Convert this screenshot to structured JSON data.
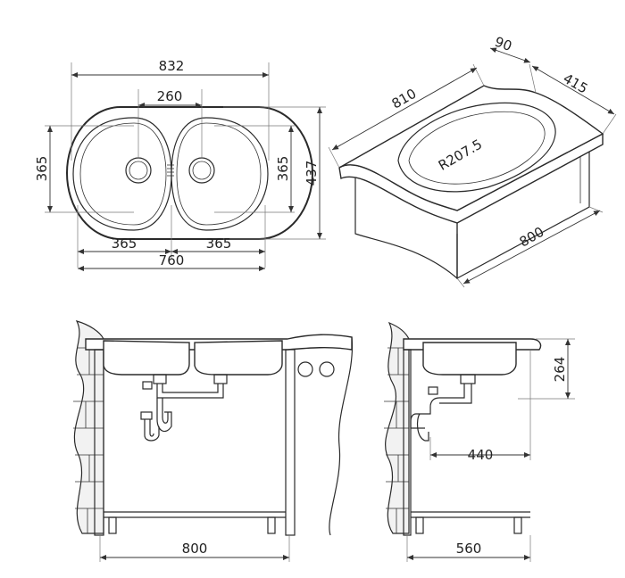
{
  "top_view": {
    "dim_overall_width": "832",
    "dim_drain_spacing": "260",
    "dim_bowl_height_left": "365",
    "dim_bowl_height_right": "365",
    "dim_overall_depth": "437",
    "dim_bowl_width_left": "365",
    "dim_bowl_width_right": "365",
    "dim_cutout_width": "760"
  },
  "iso_view": {
    "dim_depth": "90",
    "dim_side": "415",
    "dim_length": "810",
    "dim_radius": "R207.5",
    "dim_cabinet": "800"
  },
  "front_view": {
    "dim_cabinet_width": "800"
  },
  "side_view": {
    "dim_bowl_depth": "264",
    "dim_drain_offset": "440",
    "dim_cabinet_depth": "560"
  }
}
